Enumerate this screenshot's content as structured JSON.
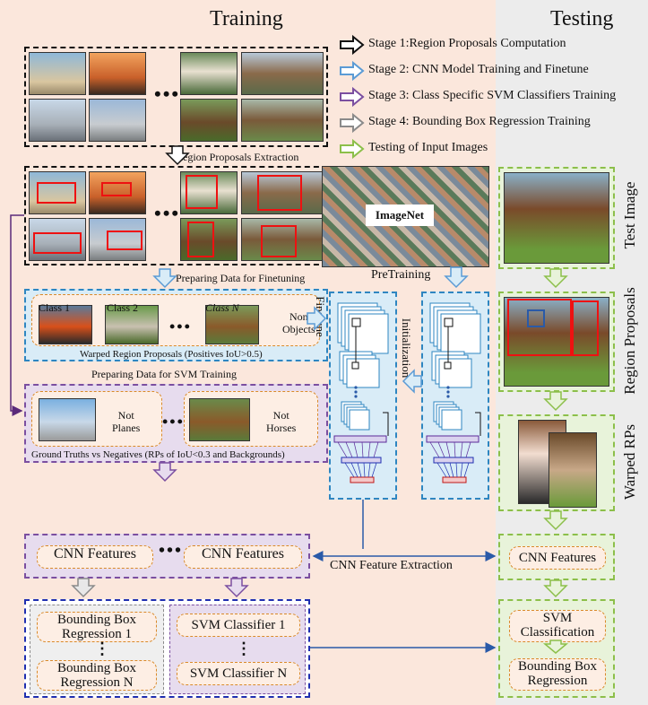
{
  "titles": {
    "training": "Training",
    "testing": "Testing"
  },
  "legend": [
    {
      "text": "Stage 1:Region Proposals Computation",
      "color": "#111111"
    },
    {
      "text": "Stage 2: CNN Model Training and Finetune",
      "color": "#5b9bd5"
    },
    {
      "text": "Stage 3: Class Specific SVM Classifiers Training",
      "color": "#7b4fa0"
    },
    {
      "text": "Stage 4: Bounding Box Regression Training",
      "color": "#8a8a8a"
    },
    {
      "text": "Testing of Input Images",
      "color": "#8cbf4a"
    }
  ],
  "labels": {
    "region_proposals_extraction": "Region Proposals Extraction",
    "preparing_finetune": "Preparing Data for Finetuning",
    "warped_rp": "Warped Region Proposals (Positives IoU>0.5)",
    "preparing_svm": "Preparing Data for SVM Training",
    "gt_vs_neg": "Ground Truths vs Negatives (RPs of IoU<0.3 and Backgrounds)",
    "imagenet": "ImageNet",
    "pretraining": "PreTraining",
    "finetune": "Finetune",
    "initialization": "Initialization",
    "cnn_feature_extraction": "CNN Feature Extraction",
    "ellipsis": "•••",
    "vdots": "⋮"
  },
  "classes": {
    "class1": "Class 1",
    "class2": "Class 2",
    "classN": "Class N",
    "non_objects": "Non\nObjects"
  },
  "svm_groups": {
    "not_planes": "Not\nPlanes",
    "not_horses": "Not\nHorses"
  },
  "features": {
    "cnn_features": "CNN Features"
  },
  "regression": {
    "bbr1": "Bounding Box\nRegression 1",
    "bbrN": "Bounding Box\nRegression N"
  },
  "svm": {
    "svm1": "SVM Classifier 1",
    "svmN": "SVM Classifier N"
  },
  "testing": {
    "test_image": "Test Image",
    "region_proposals": "Region Proposals",
    "warped_rps": "Warped RPs",
    "cnn_features": "CNN Features",
    "svm_classification": "SVM\nClassification",
    "bbr": "Bounding Box\nRegression"
  },
  "colors": {
    "training_bg": "#fbe7dc",
    "testing_bg": "#ececec",
    "blue": "#2e86c1",
    "purple": "#7b4fa0",
    "green": "#8cbf4a",
    "orange": "#d98a2b",
    "red": "#e11111"
  }
}
